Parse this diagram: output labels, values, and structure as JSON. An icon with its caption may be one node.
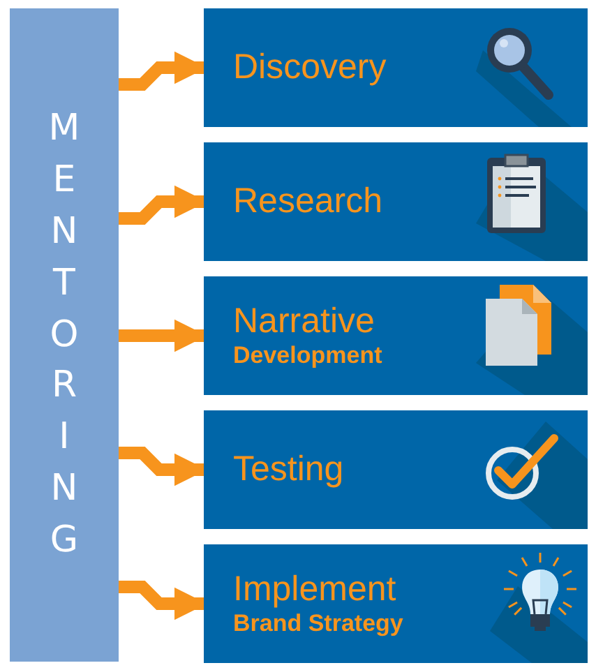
{
  "diagram": {
    "nodes": [
      {
        "text": [
          "MENTORING"
        ]
      },
      {
        "text": [
          "Discovery"
        ]
      },
      {
        "text": [
          "Research"
        ]
      },
      {
        "text": [
          "Narrative",
          "Development"
        ]
      },
      {
        "text": [
          "Testing"
        ]
      },
      {
        "text": [
          "Implement",
          "Brand Strategy"
        ]
      }
    ],
    "edges": [
      {
        "from": 0,
        "to": 1,
        "arrow": "to"
      },
      {
        "from": 0,
        "to": 2,
        "arrow": "to"
      },
      {
        "from": 0,
        "to": 3,
        "arrow": "to"
      },
      {
        "from": 0,
        "to": 4,
        "arrow": "to"
      },
      {
        "from": 0,
        "to": 5,
        "arrow": "to"
      }
    ]
  }
}
